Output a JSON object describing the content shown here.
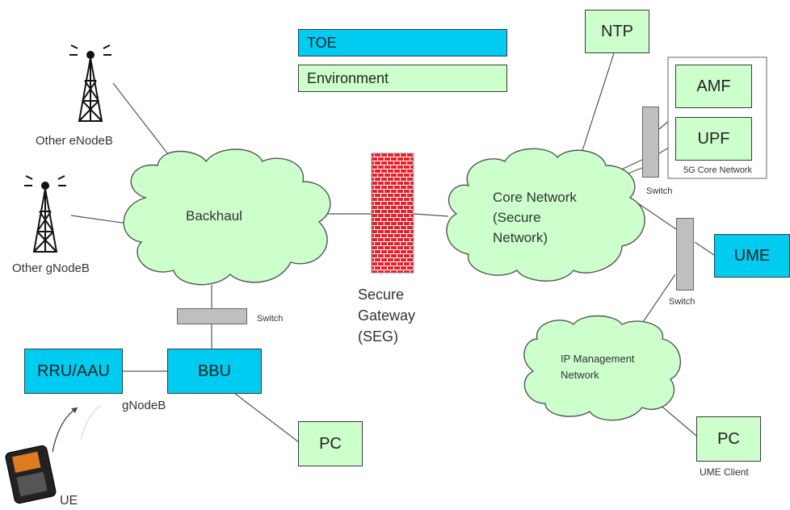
{
  "legend": {
    "toe": "TOE",
    "environment": "Environment"
  },
  "nodes": {
    "ntp": "NTP",
    "amf": "AMF",
    "upf": "UPF",
    "core5g": "5G Core Network",
    "ume": "UME",
    "rru": "RRU/AAU",
    "bbu": "BBU",
    "pc_bbu": "PC",
    "pc_ume": "PC",
    "ume_client": "UME Client",
    "gnodeb": "gNodeB",
    "ue": "UE",
    "other_enodeb": "Other eNodeB",
    "other_gnodeb": "Other gNodeB",
    "backhaul": "Backhaul",
    "core_network": "Core Network\n(Secure\nNetwork)",
    "ip_mgmt": "IP Management\nNetwork",
    "seg": "Secure\nGateway\n(SEG)",
    "switch_backhaul": "Switch",
    "switch_core": "Switch",
    "switch_ume": "Switch"
  },
  "colors": {
    "toe": "#00ccf2",
    "environment": "#ccffcc",
    "cloud": "#ccffcc",
    "switch": "#bfbfbf",
    "firewall": "#e8202a"
  },
  "icons": [
    "cell-tower-icon",
    "cell-tower-icon",
    "mobile-phone-icon",
    "firewall-icon"
  ]
}
